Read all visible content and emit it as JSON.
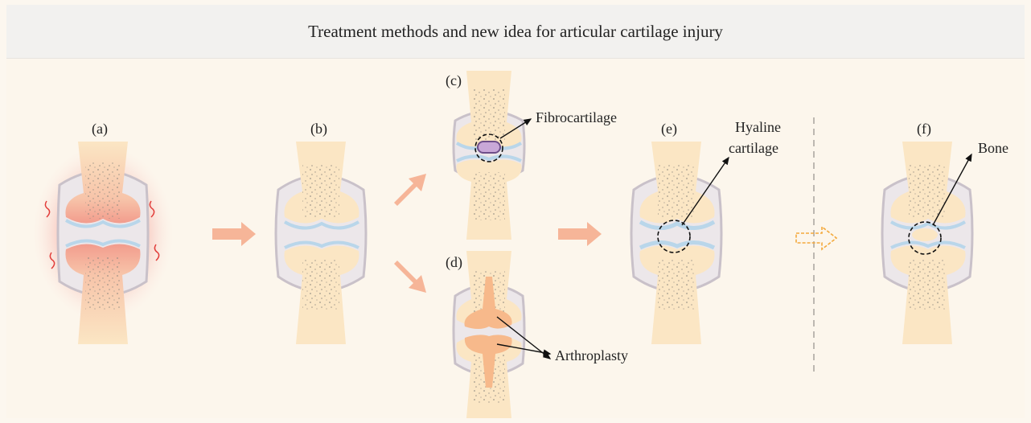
{
  "title": "Treatment methods and new idea for articular cartilage injury",
  "panels": {
    "a": "(a)",
    "b": "(b)",
    "c": "(c)",
    "d": "(d)",
    "e": "(e)",
    "f": "(f)"
  },
  "annotations": {
    "fibrocartilage": "Fibrocartilage",
    "arthroplasty": "Arthroplasty",
    "hyaline_line1": "Hyaline",
    "hyaline_line2": "cartilage",
    "bone": "Bone"
  },
  "colors": {
    "bone": "#fbe6c4",
    "marrow_dots": "#9a9287",
    "capsule": "#c9c1c9",
    "cartilage_blue": "#b9d6ea",
    "inflamed": "#f3a6a3",
    "arrow": "#f4a98a",
    "arthroplasty": "#f7b98b",
    "fibro": "#6e4f8a",
    "dashed_arrow": "#f3a93c"
  }
}
